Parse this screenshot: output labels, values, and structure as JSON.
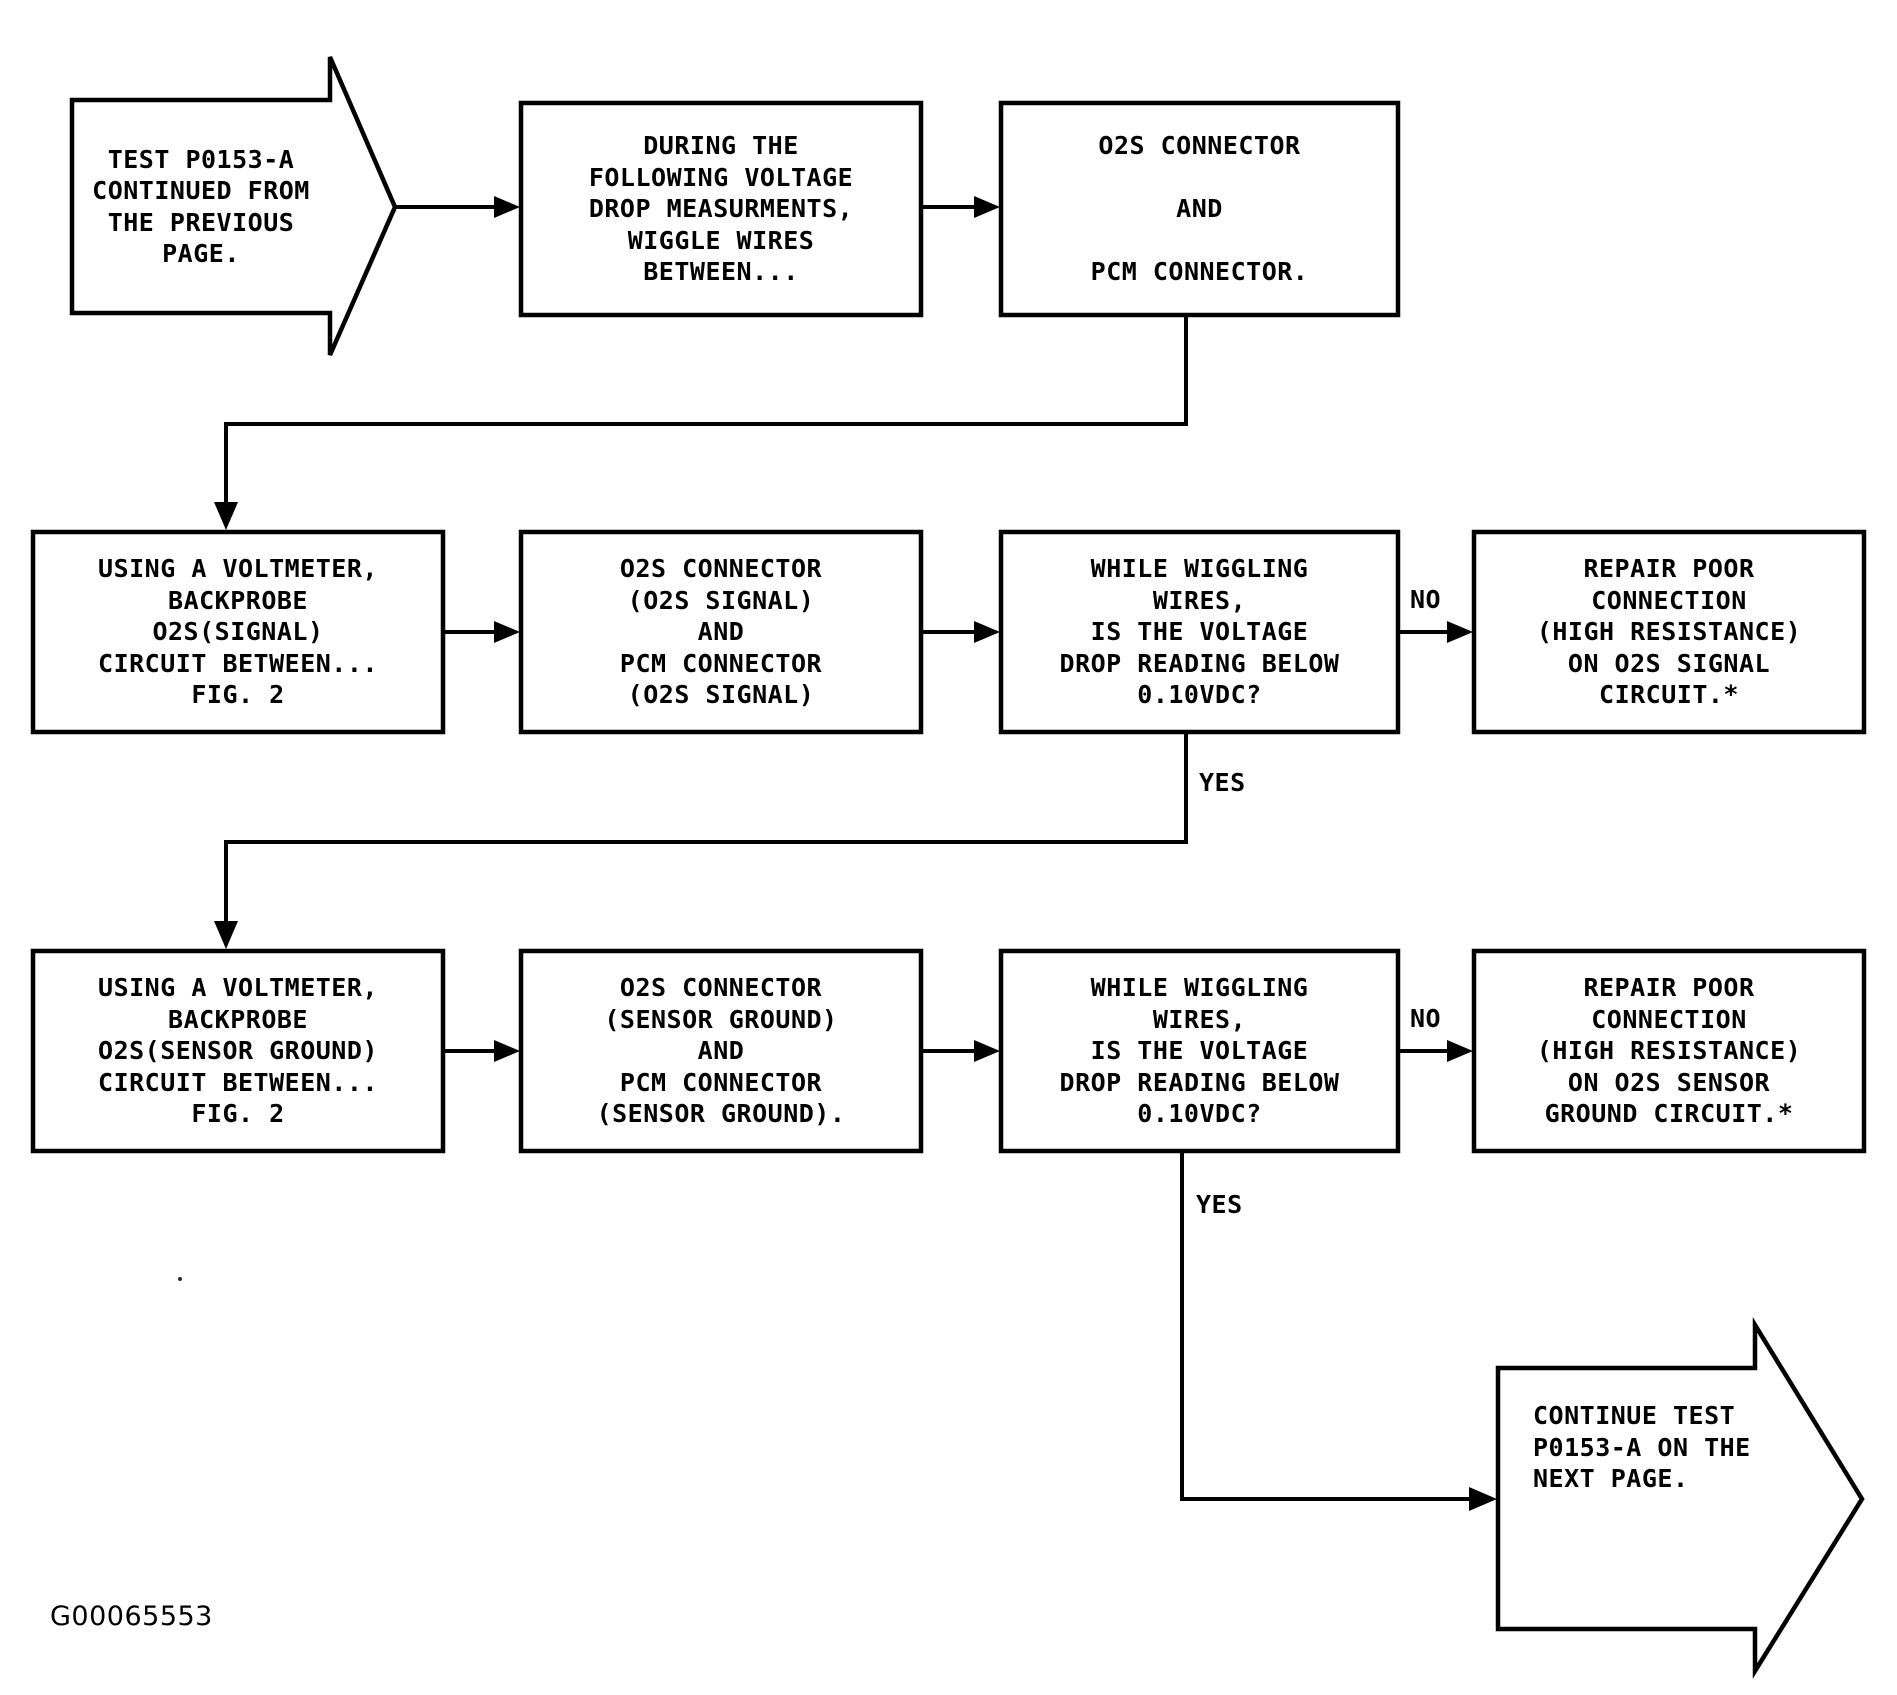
{
  "diagram": {
    "title": "TEST P0153-A voltage drop wiggle test flowchart",
    "figure_id": "G00065553",
    "background_color": "#ffffff",
    "line_color": "#000000"
  },
  "nodes": {
    "start_arrow": {
      "shape": "arrow-right-pentagon",
      "lines": [
        "TEST P0153-A",
        "CONTINUED FROM",
        "THE PREVIOUS",
        "PAGE."
      ],
      "text": "TEST P0153-A\nCONTINUED FROM\nTHE PREVIOUS\nPAGE."
    },
    "during_box": {
      "shape": "rectangle",
      "lines": [
        "DURING THE",
        "FOLLOWING VOLTAGE",
        "DROP MEASURMENTS,",
        "WIGGLE WIRES",
        "BETWEEN..."
      ],
      "text": "DURING THE\nFOLLOWING VOLTAGE\nDROP MEASURMENTS,\nWIGGLE WIRES\nBETWEEN..."
    },
    "connectors_box": {
      "shape": "rectangle",
      "lines": [
        "O2S CONNECTOR",
        "",
        "AND",
        "",
        "PCM CONNECTOR."
      ],
      "text": "O2S CONNECTOR\n\nAND\n\nPCM CONNECTOR."
    },
    "signal_backprobe_box": {
      "shape": "rectangle",
      "lines": [
        "USING A VOLTMETER,",
        "BACKPROBE",
        "O2S(SIGNAL)",
        "CIRCUIT BETWEEN...",
        "FIG. 2"
      ],
      "text": "USING A VOLTMETER,\nBACKPROBE\nO2S(SIGNAL)\nCIRCUIT BETWEEN...\nFIG. 2"
    },
    "signal_connectors_box": {
      "shape": "rectangle",
      "lines": [
        "O2S CONNECTOR",
        "(O2S SIGNAL)",
        "AND",
        "PCM CONNECTOR",
        "(O2S SIGNAL)"
      ],
      "text": "O2S CONNECTOR\n(O2S SIGNAL)\nAND\nPCM CONNECTOR\n(O2S SIGNAL)"
    },
    "signal_decision_box": {
      "shape": "rectangle",
      "lines": [
        "WHILE WIGGLING",
        "WIRES,",
        "IS THE VOLTAGE",
        "DROP READING BELOW",
        "0.10VDC?"
      ],
      "text": "WHILE WIGGLING\nWIRES,\nIS THE VOLTAGE\nDROP READING BELOW\n0.10VDC?"
    },
    "signal_repair_box": {
      "shape": "rectangle",
      "lines": [
        "REPAIR POOR",
        "CONNECTION",
        "(HIGH RESISTANCE)",
        "ON O2S SIGNAL",
        "CIRCUIT.*"
      ],
      "text": "REPAIR POOR\nCONNECTION\n(HIGH RESISTANCE)\nON O2S SIGNAL\nCIRCUIT.*"
    },
    "ground_backprobe_box": {
      "shape": "rectangle",
      "lines": [
        "USING A VOLTMETER,",
        "BACKPROBE",
        "O2S(SENSOR GROUND)",
        "CIRCUIT BETWEEN...",
        "FIG. 2"
      ],
      "text": "USING A VOLTMETER,\nBACKPROBE\nO2S(SENSOR GROUND)\nCIRCUIT BETWEEN...\nFIG. 2"
    },
    "ground_connectors_box": {
      "shape": "rectangle",
      "lines": [
        "O2S CONNECTOR",
        "(SENSOR GROUND)",
        "AND",
        "PCM CONNECTOR",
        "(SENSOR GROUND)."
      ],
      "text": "O2S CONNECTOR\n(SENSOR GROUND)\nAND\nPCM CONNECTOR\n(SENSOR GROUND)."
    },
    "ground_decision_box": {
      "shape": "rectangle",
      "lines": [
        "WHILE WIGGLING",
        "WIRES,",
        "IS THE VOLTAGE",
        "DROP READING BELOW",
        "0.10VDC?"
      ],
      "text": "WHILE WIGGLING\nWIRES,\nIS THE VOLTAGE\nDROP READING BELOW\n0.10VDC?"
    },
    "ground_repair_box": {
      "shape": "rectangle",
      "lines": [
        "REPAIR POOR",
        "CONNECTION",
        "(HIGH RESISTANCE)",
        "ON O2S SENSOR",
        "GROUND CIRCUIT.*"
      ],
      "text": "REPAIR POOR\nCONNECTION\n(HIGH RESISTANCE)\nON O2S SENSOR\nGROUND CIRCUIT.*"
    },
    "continue_arrow": {
      "shape": "arrow-right-pentagon",
      "lines": [
        "CONTINUE TEST",
        "P0153-A ON THE",
        "NEXT PAGE."
      ],
      "text": "CONTINUE TEST\nP0153-A ON THE\nNEXT PAGE."
    }
  },
  "edge_labels": {
    "signal_no": "NO",
    "signal_yes": "YES",
    "ground_no": "NO",
    "ground_yes": "YES"
  }
}
